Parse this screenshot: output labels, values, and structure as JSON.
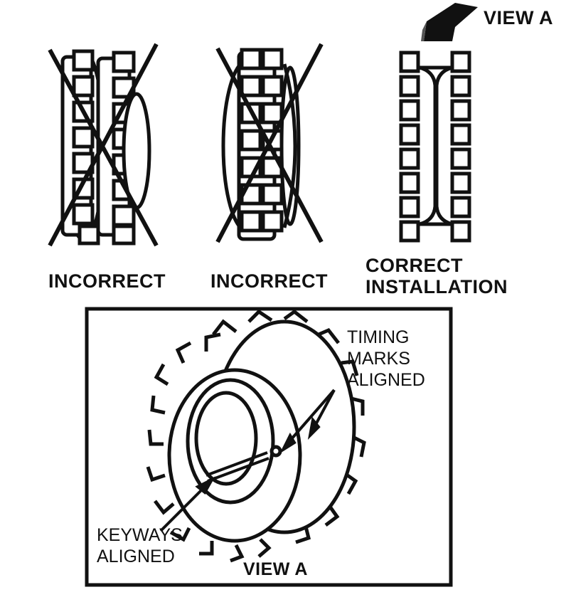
{
  "labels": {
    "view_a_arrow": "VIEW A",
    "incorrect_left": "INCORRECT",
    "incorrect_middle": "INCORRECT",
    "correct_line1": "CORRECT",
    "correct_line2": "INSTALLATION",
    "timing_line1": "TIMING",
    "timing_line2": "MARKS",
    "timing_line3": "ALIGNED",
    "keyways_line1": "KEYWAYS",
    "keyways_line2": "ALIGNED",
    "view_a_caption": "VIEW A"
  },
  "figures": [
    {
      "id": "sprocket-incorrect-1",
      "status": "incorrect",
      "crossed_out": true
    },
    {
      "id": "sprocket-incorrect-2",
      "status": "incorrect",
      "crossed_out": true
    },
    {
      "id": "sprocket-correct",
      "status": "correct",
      "crossed_out": false
    }
  ],
  "colors": {
    "ink": "#111111",
    "paper": "#ffffff"
  }
}
